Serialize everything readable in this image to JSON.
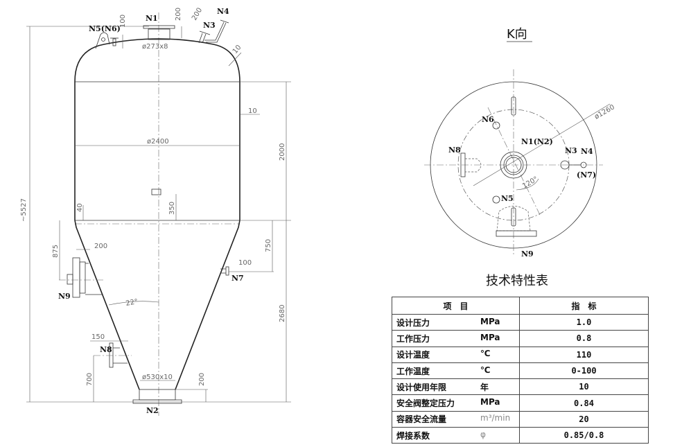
{
  "view_title": "K向",
  "table_title": "技术特性表",
  "table": {
    "headers": [
      "项　目",
      "指　标"
    ],
    "rows": [
      {
        "item": "设计压力",
        "unit": "MPa",
        "value": "1.0"
      },
      {
        "item": "工作压力",
        "unit": "MPa",
        "value": "0.8"
      },
      {
        "item": "设计温度",
        "unit": "℃",
        "value": "110"
      },
      {
        "item": "工作温度",
        "unit": "℃",
        "value": "0-100"
      },
      {
        "item": "设计使用年限",
        "unit": "年",
        "value": "10"
      },
      {
        "item": "安全阀整定压力",
        "unit": "MPa",
        "value": "0.84"
      },
      {
        "item": "容器安全流量",
        "unit": "m³/min",
        "value": "20"
      },
      {
        "item": "焊接系数",
        "unit": "φ",
        "value": "0.85/0.8"
      }
    ]
  },
  "nozzles": {
    "n1": "N1",
    "n2": "N2",
    "n3": "N3",
    "n4": "N4",
    "n5n6": "N5(N6)",
    "n7": "N7",
    "n8": "N8",
    "n9": "N9",
    "k_n1n2": "N1(N2)",
    "k_n3": "N3",
    "k_n4": "N4",
    "k_n7": "(N7)",
    "k_n5": "N5",
    "k_n6": "N6",
    "k_n8": "N8",
    "k_n9": "N9"
  },
  "dimensions": {
    "overall_height": "~5527",
    "top_nozzle": "ø273x8",
    "n1_height": "200",
    "n3_length": "200",
    "n5_height": "100",
    "head_thk": "10",
    "shell_thk": "10",
    "shell_dia": "ø2400",
    "shell_height": "2000",
    "d40": "40",
    "d350": "350",
    "d875": "875",
    "d200_n9": "200",
    "d750": "750",
    "d100_n7": "100",
    "cone_angle": "22°",
    "cone_height": "2680",
    "d150": "150",
    "d700": "700",
    "bottom_nozzle": "ø530x10",
    "bottom_200": "200",
    "k_dia": "ø1260",
    "k_angle": "120°"
  }
}
